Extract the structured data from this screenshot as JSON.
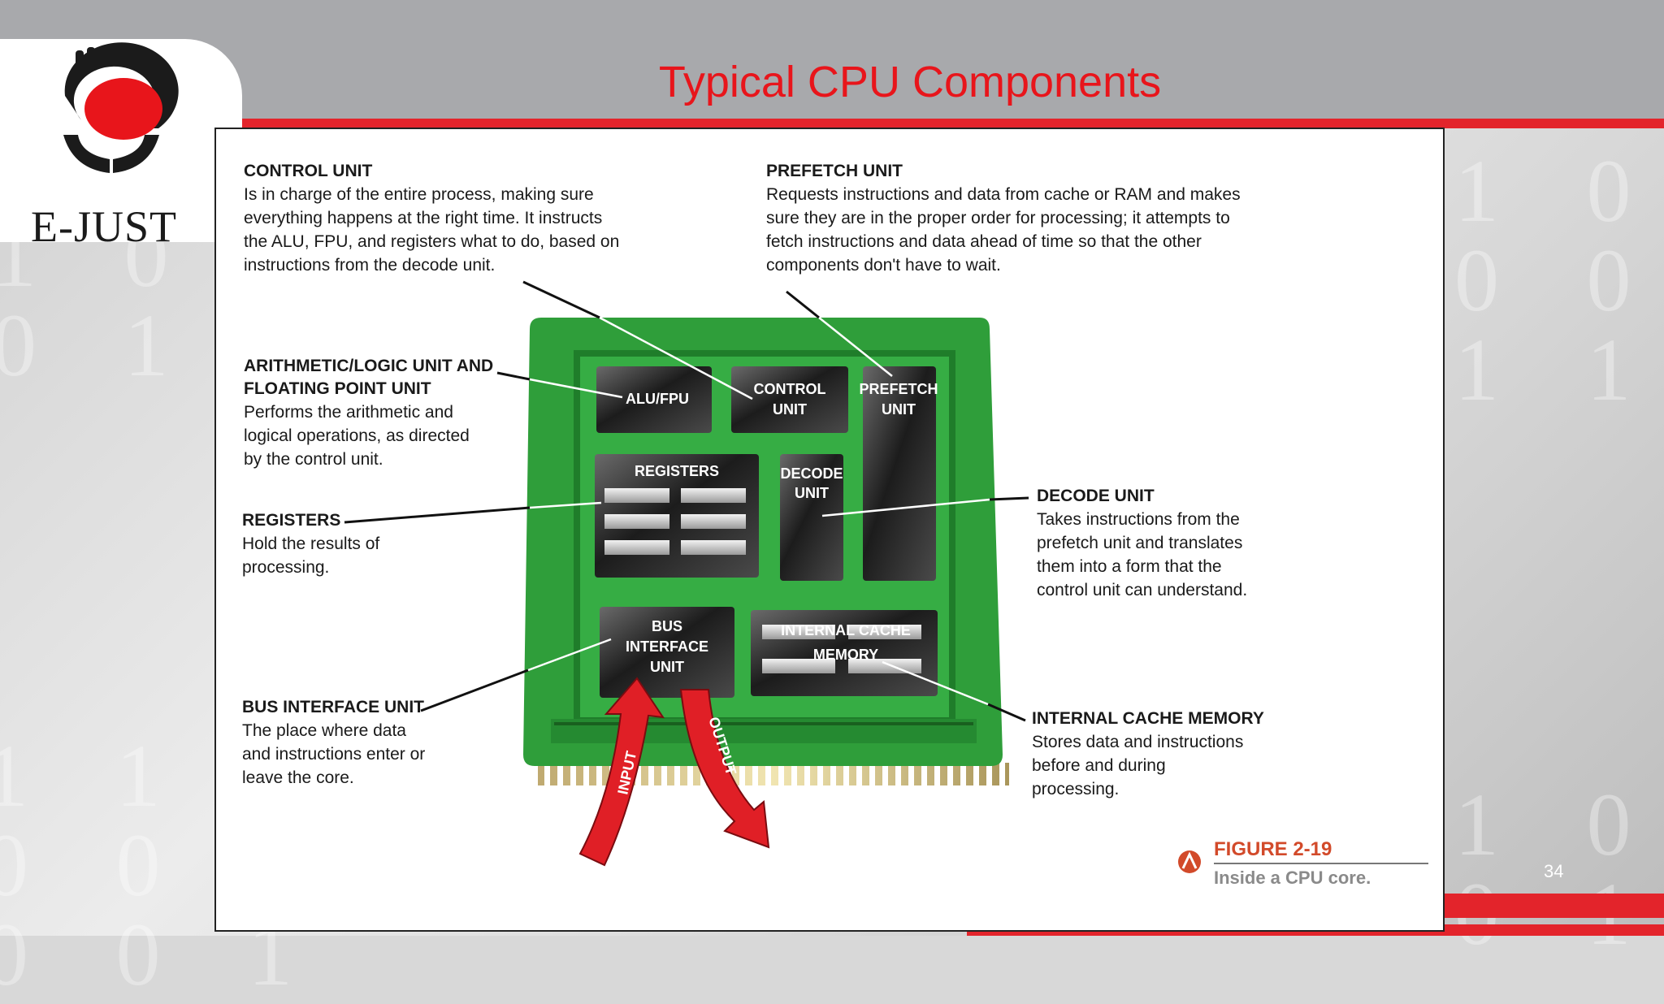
{
  "slide": {
    "title": "Typical CPU Components",
    "page_number": "34",
    "logo_text": "E-JUST"
  },
  "captions": {
    "control_unit": {
      "heading": "CONTROL UNIT",
      "lines": [
        "Is in charge of the entire process, making sure",
        "everything happens at the right time. It instructs",
        "the ALU, FPU, and registers what to do, based on",
        "instructions from the decode unit."
      ]
    },
    "prefetch_unit": {
      "heading": "PREFETCH UNIT",
      "lines": [
        "Requests instructions and data from cache or RAM and makes",
        "sure they are in the proper order for processing; it attempts to",
        "fetch instructions and data ahead of time so that the other",
        "components don't have to wait."
      ]
    },
    "alu_fpu": {
      "heading_lines": [
        "ARITHMETIC/LOGIC UNIT AND",
        "FLOATING POINT UNIT"
      ],
      "lines": [
        "Performs the arithmetic and",
        "logical operations, as directed",
        "by the control unit."
      ]
    },
    "registers": {
      "heading": "REGISTERS",
      "lines": [
        "Hold the results of",
        "processing."
      ]
    },
    "decode_unit": {
      "heading": "DECODE UNIT",
      "lines": [
        "Takes instructions from the",
        "prefetch unit and translates",
        "them into a form that the",
        "control unit can understand."
      ]
    },
    "bus_interface": {
      "heading": "BUS INTERFACE UNIT",
      "lines": [
        "The place where data",
        "and instructions enter or",
        "leave the core."
      ]
    },
    "internal_cache": {
      "heading": "INTERNAL CACHE MEMORY",
      "lines": [
        "Stores data and instructions",
        "before and during",
        "processing."
      ]
    }
  },
  "chip": {
    "alu_fpu": "ALU/FPU",
    "control_unit": [
      "CONTROL",
      "UNIT"
    ],
    "prefetch_unit": [
      "PREFETCH",
      "UNIT"
    ],
    "registers": "REGISTERS",
    "decode_unit": [
      "DECODE",
      "UNIT"
    ],
    "bus_interface": [
      "BUS",
      "INTERFACE",
      "UNIT"
    ],
    "internal_cache": [
      "INTERNAL CACHE",
      "MEMORY"
    ],
    "input_arrow": "INPUT",
    "output_arrow": "OUTPUT"
  },
  "figure": {
    "number": "FIGURE 2-19",
    "caption": "Inside a CPU core."
  },
  "colors": {
    "title_red": "#e8151b",
    "stripe_red": "#e3242b",
    "header_gray": "#a8a9ac",
    "chip_green": "#2f9e3a",
    "figure_orange": "#d24a2a"
  }
}
